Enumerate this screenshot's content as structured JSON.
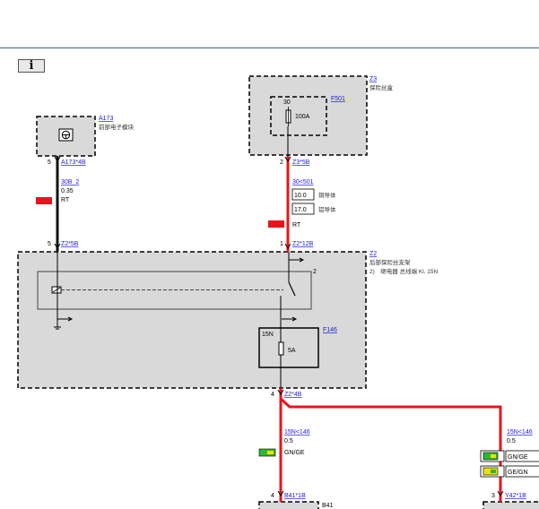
{
  "toolbar": {
    "info_label": "i"
  },
  "components": {
    "a173": {
      "id": "A173",
      "name": "前部电子模块",
      "pin": "5",
      "connector": "A173*4B"
    },
    "z3": {
      "id": "Z3",
      "name": "保险丝盒",
      "fuse_link": "F501",
      "fuse_pin": "30",
      "fuse_rating": "100A",
      "pin": "2",
      "connector": "Z3*5B"
    },
    "z2": {
      "id": "Z2",
      "name": "后部保险丝支架",
      "note": "2)　继电器 总线端 Kl. 15N",
      "relay_ref": "2",
      "pin_left": "5",
      "conn_left": "Z2*5B",
      "pin_top": "1",
      "conn_top": "Z2*12B",
      "fuse_link": "F146",
      "fuse_terminal": "15N",
      "fuse_rating": "5A",
      "pin_bottom": "4",
      "conn_bottom": "Z2*4B"
    },
    "b41": {
      "id": "B41",
      "pin": "4",
      "connector": "B41*1B"
    },
    "y42": {
      "pin": "3",
      "connector": "Y42*1B"
    }
  },
  "wires": {
    "w1": {
      "signal": "30B_2",
      "gauge": "0.35",
      "color": "RT",
      "swatch": [
        "#e8141b"
      ]
    },
    "w2": {
      "signal": "30<501",
      "gauge_copper": "10.0",
      "copper_label": "铜导体",
      "gauge_alu": "17.0",
      "alu_label": "铝导体",
      "color": "RT",
      "swatch": [
        "#e8141b"
      ]
    },
    "w3": {
      "signal": "15N<146",
      "gauge": "0.5",
      "color": "GN/GE",
      "swatch": [
        "#2db82d",
        "#f0e000"
      ]
    },
    "w4": {
      "signal": "15N<146",
      "gauge": "0.5",
      "color_1": "GN/GE",
      "color_2": "GE/GN",
      "swatch_1": [
        "#2db82d",
        "#f0e000"
      ],
      "swatch_2": [
        "#f0e000",
        "#2db82d"
      ]
    }
  },
  "colors": {
    "wire_red": "#e8141b",
    "wire_black": "#111111",
    "box_fill": "#d9d9d9",
    "link": "#1a1adb",
    "rule": "#2a6b6b"
  }
}
